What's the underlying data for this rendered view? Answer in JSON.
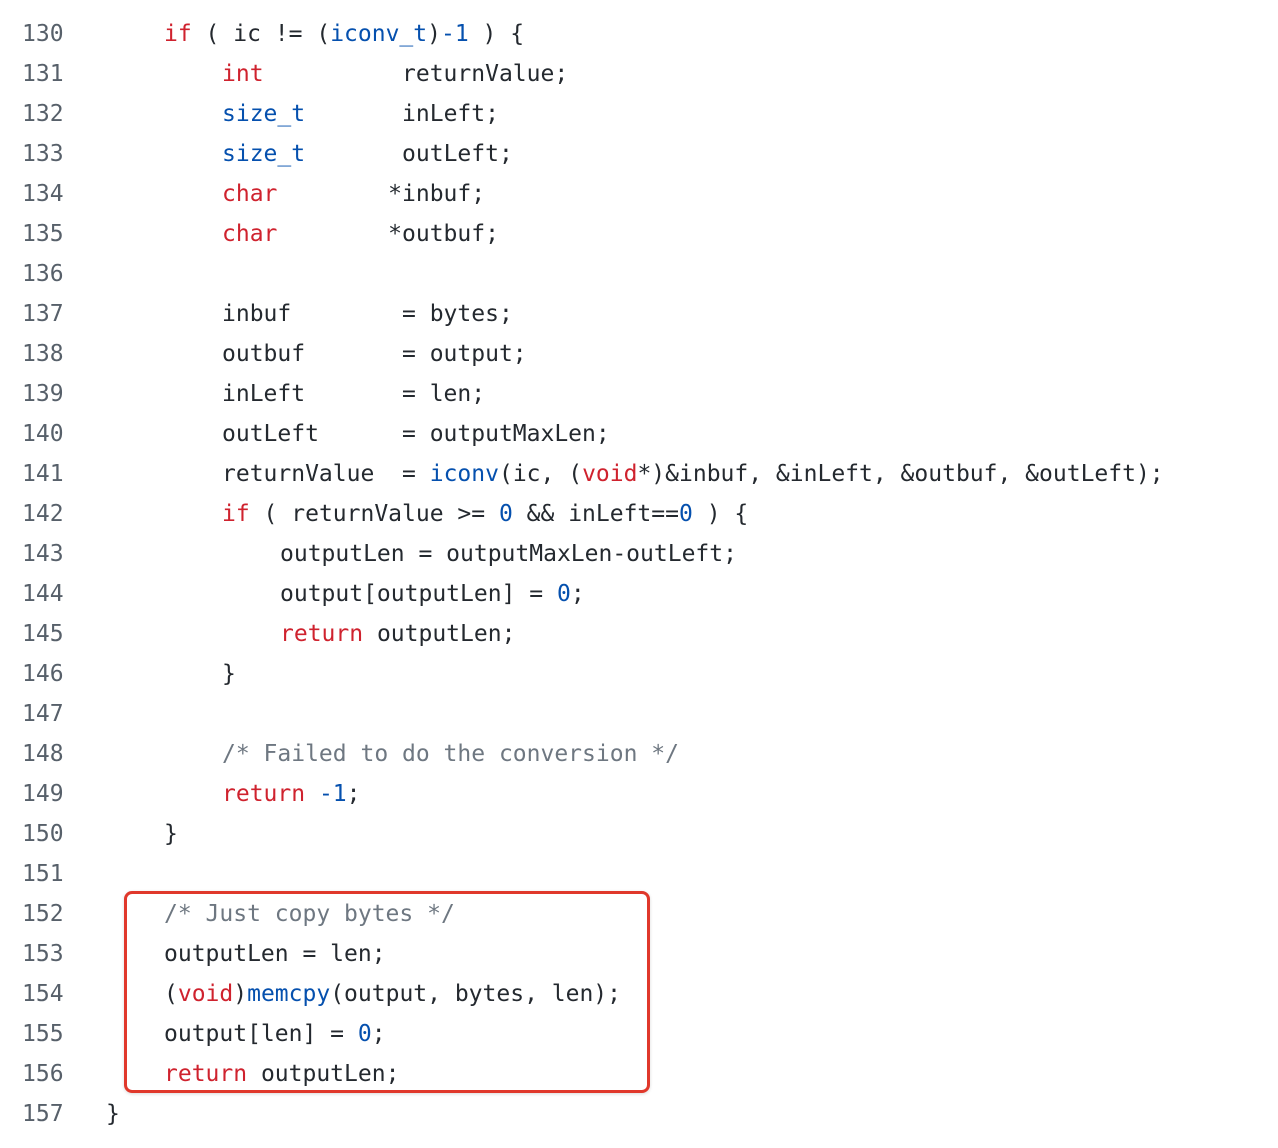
{
  "code_lines": [
    {
      "number": "130",
      "tokens": [
        [
          "kw",
          "if"
        ],
        [
          "pl",
          " ( ic != ("
        ],
        [
          "ty",
          "iconv_t"
        ],
        [
          "pl",
          ")"
        ],
        [
          "num",
          "-1"
        ],
        [
          "pl",
          " ) {"
        ]
      ]
    },
    {
      "number": "131",
      "tokens": [
        [
          "kw",
          "int"
        ],
        [
          "pl",
          "          returnValue;"
        ]
      ]
    },
    {
      "number": "132",
      "tokens": [
        [
          "ty",
          "size_t"
        ],
        [
          "pl",
          "       inLeft;"
        ]
      ]
    },
    {
      "number": "133",
      "tokens": [
        [
          "ty",
          "size_t"
        ],
        [
          "pl",
          "       outLeft;"
        ]
      ]
    },
    {
      "number": "134",
      "tokens": [
        [
          "kw",
          "char"
        ],
        [
          "pl",
          "        *inbuf;"
        ]
      ]
    },
    {
      "number": "135",
      "tokens": [
        [
          "kw",
          "char"
        ],
        [
          "pl",
          "        *outbuf;"
        ]
      ]
    },
    {
      "number": "136",
      "tokens": []
    },
    {
      "number": "137",
      "tokens": [
        [
          "pl",
          "inbuf        = bytes;"
        ]
      ]
    },
    {
      "number": "138",
      "tokens": [
        [
          "pl",
          "outbuf       = output;"
        ]
      ]
    },
    {
      "number": "139",
      "tokens": [
        [
          "pl",
          "inLeft       = len;"
        ]
      ]
    },
    {
      "number": "140",
      "tokens": [
        [
          "pl",
          "outLeft      = outputMaxLen;"
        ]
      ]
    },
    {
      "number": "141",
      "tokens": [
        [
          "pl",
          "returnValue  = "
        ],
        [
          "fn",
          "iconv"
        ],
        [
          "pl",
          "(ic, ("
        ],
        [
          "kw",
          "void"
        ],
        [
          "pl",
          "*)&inbuf, &inLeft, &outbuf, &outLeft);"
        ]
      ]
    },
    {
      "number": "142",
      "tokens": [
        [
          "kw",
          "if"
        ],
        [
          "pl",
          " ( returnValue >= "
        ],
        [
          "num",
          "0"
        ],
        [
          "pl",
          " && inLeft=="
        ],
        [
          "num",
          "0"
        ],
        [
          "pl",
          " ) {"
        ]
      ]
    },
    {
      "number": "143",
      "tokens": [
        [
          "pl",
          "outputLen = outputMaxLen-outLeft;"
        ]
      ]
    },
    {
      "number": "144",
      "tokens": [
        [
          "pl",
          "output[outputLen] = "
        ],
        [
          "num",
          "0"
        ],
        [
          "pl",
          ";"
        ]
      ]
    },
    {
      "number": "145",
      "tokens": [
        [
          "kw",
          "return"
        ],
        [
          "pl",
          " outputLen;"
        ]
      ]
    },
    {
      "number": "146",
      "tokens": [
        [
          "pl",
          "}"
        ]
      ]
    },
    {
      "number": "147",
      "tokens": []
    },
    {
      "number": "148",
      "tokens": [
        [
          "cm",
          "/* Failed to do the conversion */"
        ]
      ]
    },
    {
      "number": "149",
      "tokens": [
        [
          "kw",
          "return"
        ],
        [
          "pl",
          " "
        ],
        [
          "num",
          "-1"
        ],
        [
          "pl",
          ";"
        ]
      ]
    },
    {
      "number": "150",
      "tokens": [
        [
          "pl",
          "}"
        ]
      ]
    },
    {
      "number": "151",
      "tokens": []
    },
    {
      "number": "152",
      "tokens": [
        [
          "cm",
          "/* Just copy bytes */"
        ]
      ]
    },
    {
      "number": "153",
      "tokens": [
        [
          "pl",
          "outputLen = len;"
        ]
      ]
    },
    {
      "number": "154",
      "tokens": [
        [
          "pl",
          "("
        ],
        [
          "kw",
          "void"
        ],
        [
          "pl",
          ")"
        ],
        [
          "fn",
          "memcpy"
        ],
        [
          "pl",
          "(output, bytes, len);"
        ]
      ]
    },
    {
      "number": "155",
      "tokens": [
        [
          "pl",
          "output[len] = "
        ],
        [
          "num",
          "0"
        ],
        [
          "pl",
          ";"
        ]
      ]
    },
    {
      "number": "156",
      "tokens": [
        [
          "kw",
          "return"
        ],
        [
          "pl",
          " outputLen;"
        ]
      ]
    },
    {
      "number": "157",
      "tokens": [
        [
          "pl",
          "}"
        ]
      ]
    }
  ],
  "colors": {
    "keyword": "#cf222e",
    "type_and_number": "#0550ae",
    "comment": "#6e7781",
    "plain": "#24292f",
    "line_number": "#57606a",
    "highlight_border": "#e0382b"
  }
}
